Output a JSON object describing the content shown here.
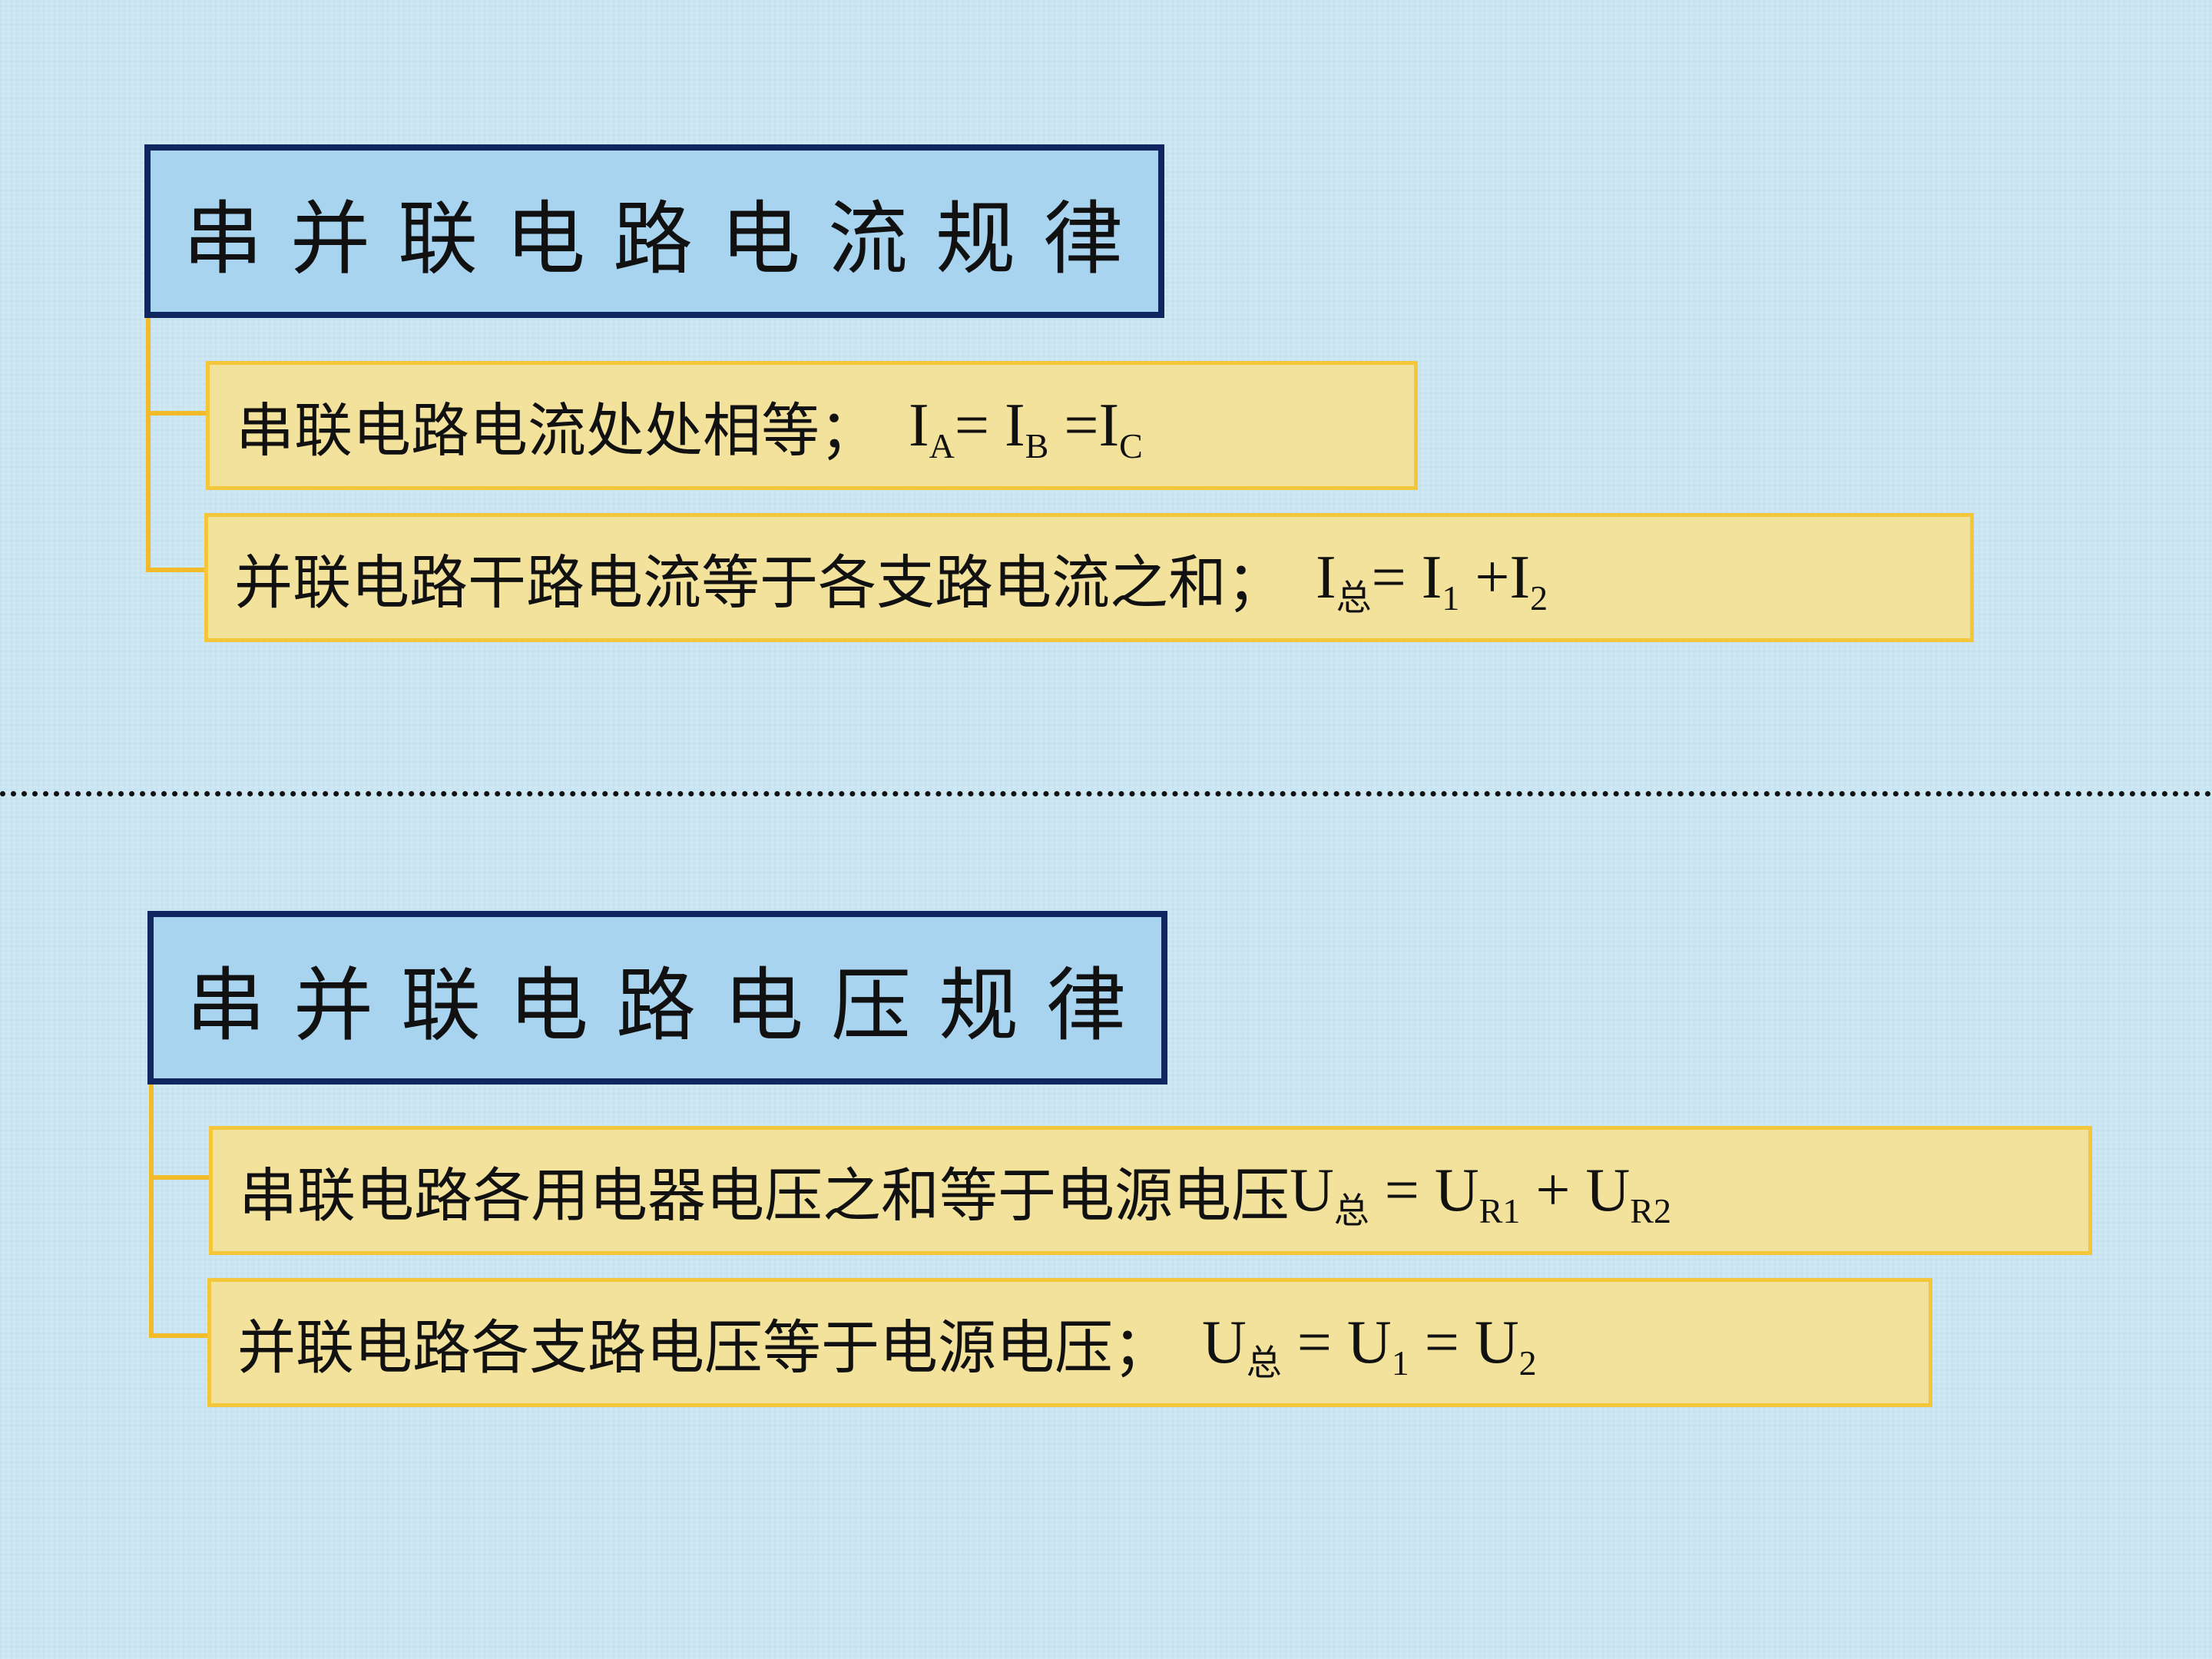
{
  "section_current": {
    "title": "串并联电路电流规律",
    "series_rule": {
      "text": "串联电路电流处处相等；",
      "formula": [
        {
          "base": "I",
          "sub": "A"
        },
        {
          "op": "= "
        },
        {
          "base": "I",
          "sub": "B"
        },
        {
          "op": " ="
        },
        {
          "base": "I",
          "sub": "C"
        }
      ]
    },
    "parallel_rule": {
      "text": "并联电路干路电流等于各支路电流之和；",
      "formula": [
        {
          "base": "I",
          "sub": "总"
        },
        {
          "op": "= "
        },
        {
          "base": "I",
          "sub": "1"
        },
        {
          "op": " +"
        },
        {
          "base": "I",
          "sub": "2"
        }
      ]
    }
  },
  "section_voltage": {
    "title": "串并联电路电压规律",
    "series_rule": {
      "text": "串联电路各用电器电压之和等于电源电压",
      "formula": [
        {
          "base": "U",
          "sub": "总"
        },
        {
          "op": " = "
        },
        {
          "base": "U",
          "sub": "R1"
        },
        {
          "op": " + "
        },
        {
          "base": "U",
          "sub": "R2"
        }
      ]
    },
    "parallel_rule": {
      "text": "并联电路各支路电压等于电源电压；",
      "formula": [
        {
          "base": "U",
          "sub": "总"
        },
        {
          "op": " = "
        },
        {
          "base": "U",
          "sub": "1"
        },
        {
          "op": " = "
        },
        {
          "base": "U",
          "sub": "2"
        }
      ]
    }
  },
  "colors": {
    "background": "#cbe6f2",
    "title_fill": "#a8d4ef",
    "title_border": "#0f2660",
    "item_fill": "#f2e29c",
    "item_border": "#f4c63a",
    "connector": "#f2bb2a"
  }
}
